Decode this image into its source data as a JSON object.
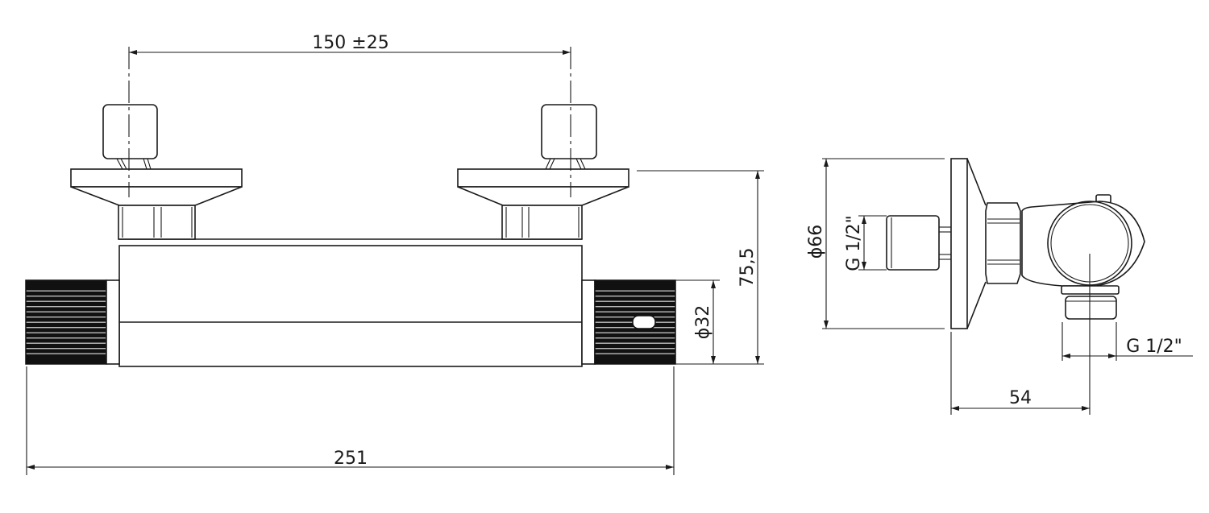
{
  "drawing": {
    "front_view": {
      "dim_center_distance": "150 ±25",
      "dim_overall_length": "251",
      "dim_height": "75,5",
      "dim_body_diameter": "ϕ32"
    },
    "side_view": {
      "dim_plate_diameter": "ϕ66",
      "dim_inlet_thread": "G 1/2\"",
      "dim_outlet_thread": "G 1/2\"",
      "dim_projection": "54"
    },
    "colors": {
      "line": "#1a1a1a",
      "background": "#ffffff"
    }
  }
}
